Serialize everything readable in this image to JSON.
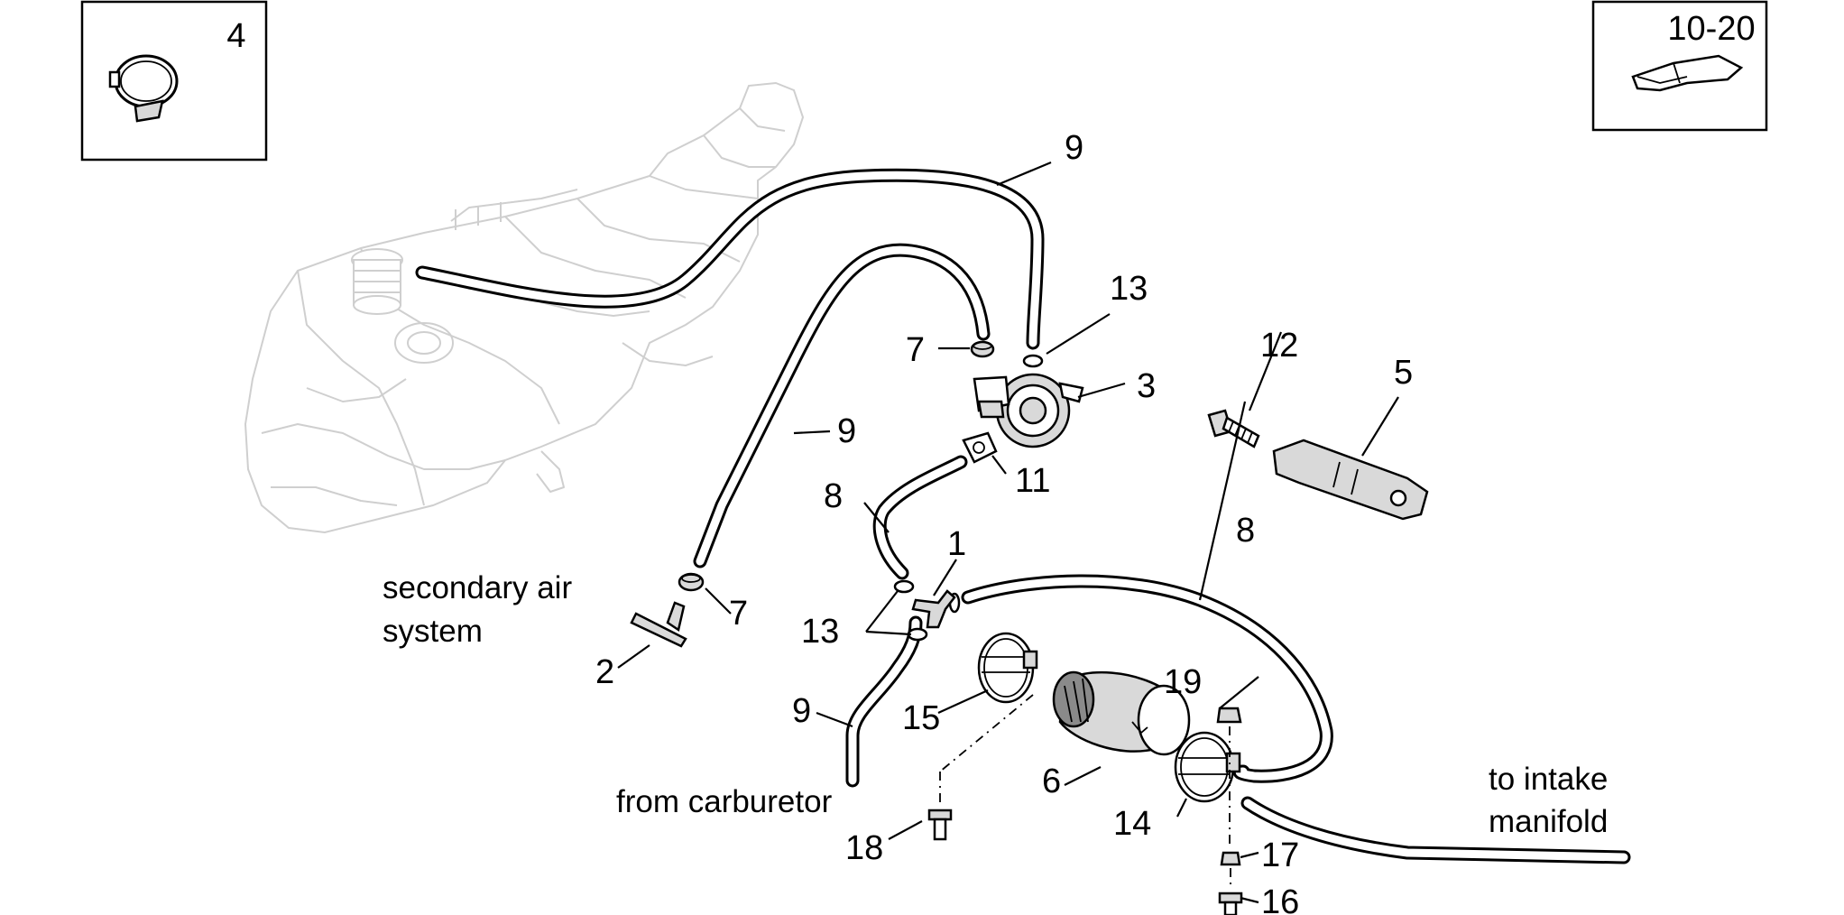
{
  "inset_labels": {
    "left": "4",
    "right": "10-20"
  },
  "callouts": {
    "p1": "1",
    "p2": "2",
    "p3": "3",
    "p5": "5",
    "p6": "6",
    "p7a": "7",
    "p7b": "7",
    "p8a": "8",
    "p8b": "8",
    "p9a": "9",
    "p9b": "9",
    "p9c": "9",
    "p11": "11",
    "p12": "12",
    "p13a": "13",
    "p13b": "13",
    "p14": "14",
    "p15": "15",
    "p16": "16",
    "p17": "17",
    "p18": "18",
    "p19": "19"
  },
  "notes": {
    "secondary_air_line1": "secondary air",
    "secondary_air_line2": "system",
    "from_carburetor": "from carburetor",
    "to_intake_line1": "to intake",
    "to_intake_line2": "manifold"
  }
}
